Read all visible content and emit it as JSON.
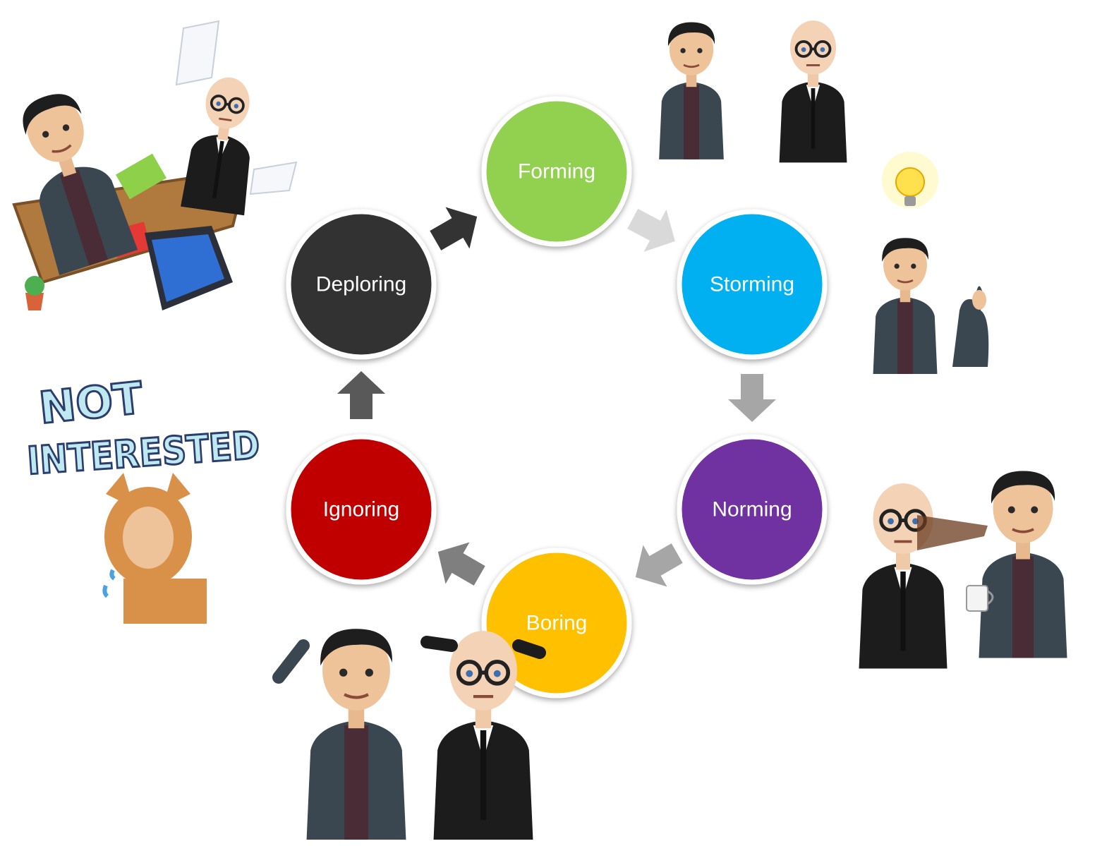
{
  "diagram": {
    "type": "cycle",
    "stages": [
      {
        "id": "forming",
        "label": "Forming",
        "color": "#92d050"
      },
      {
        "id": "storming",
        "label": "Storming",
        "color": "#00b0f0"
      },
      {
        "id": "norming",
        "label": "Norming",
        "color": "#7030a0"
      },
      {
        "id": "boring",
        "label": "Boring",
        "color": "#ffc000"
      },
      {
        "id": "ignoring",
        "label": "Ignoring",
        "color": "#c00000"
      },
      {
        "id": "deploring",
        "label": "Deploring",
        "color": "#333333"
      }
    ],
    "arrows": [
      {
        "from": "forming",
        "to": "storming",
        "color": "#d9d9d9"
      },
      {
        "from": "storming",
        "to": "norming",
        "color": "#a6a6a6"
      },
      {
        "from": "norming",
        "to": "boring",
        "color": "#a6a6a6"
      },
      {
        "from": "boring",
        "to": "ignoring",
        "color": "#7f7f7f"
      },
      {
        "from": "ignoring",
        "to": "deploring",
        "color": "#595959"
      },
      {
        "from": "deploring",
        "to": "forming",
        "color": "#333333"
      }
    ]
  },
  "stickers": {
    "not_interested": [
      "NOT",
      "INTERESTED"
    ]
  }
}
